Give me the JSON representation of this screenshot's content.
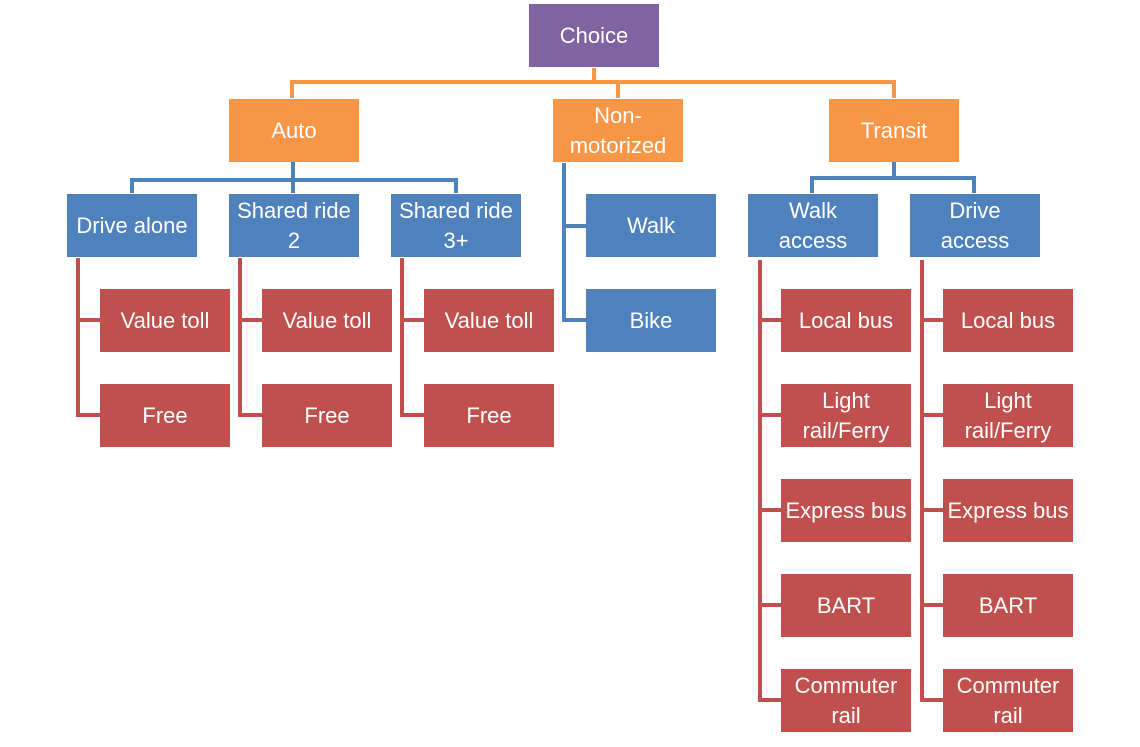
{
  "colors": {
    "root": "#8064A2",
    "level1": "#F79646",
    "level2": "#4F81BD",
    "level3": "#C0504D"
  },
  "root": {
    "label": "Choice"
  },
  "modes": {
    "auto": {
      "label": "Auto",
      "options": {
        "drive_alone": {
          "label": "Drive alone",
          "sub": [
            "Value toll",
            "Free"
          ]
        },
        "shared_2": {
          "label": "Shared ride\n2",
          "sub": [
            "Value toll",
            "Free"
          ]
        },
        "shared_3": {
          "label": "Shared ride\n3+",
          "sub": [
            "Value toll",
            "Free"
          ]
        }
      }
    },
    "nonmotorized": {
      "label": "Non-\nmotorized",
      "options": [
        "Walk",
        "Bike"
      ]
    },
    "transit": {
      "label": "Transit",
      "access": {
        "walk": {
          "label": "Walk\naccess",
          "sub": [
            "Local bus",
            "Light\nrail/Ferry",
            "Express bus",
            "BART",
            "Commuter\nrail"
          ]
        },
        "drive": {
          "label": "Drive\naccess",
          "sub": [
            "Local bus",
            "Light\nrail/Ferry",
            "Express bus",
            "BART",
            "Commuter\nrail"
          ]
        }
      }
    }
  }
}
